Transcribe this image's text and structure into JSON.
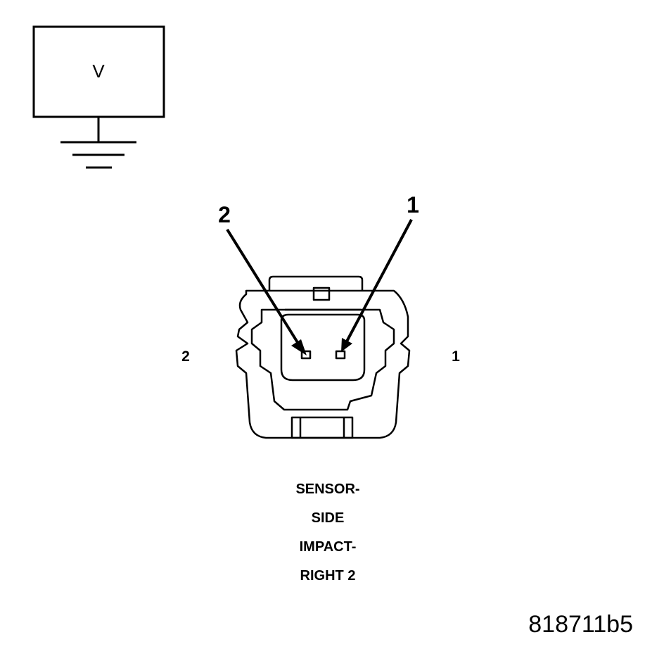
{
  "voltmeter": {
    "label": "V"
  },
  "connector": {
    "callout_pin_2": "2",
    "callout_pin_1": "1",
    "side_label_pin_2": "2",
    "side_label_pin_1": "1"
  },
  "caption": {
    "line1": "SENSOR-",
    "line2": "SIDE",
    "line3": "IMPACT-",
    "line4": "RIGHT 2"
  },
  "figure_id": "818711b5",
  "colors": {
    "ink": "#000000",
    "background": "#ffffff"
  }
}
